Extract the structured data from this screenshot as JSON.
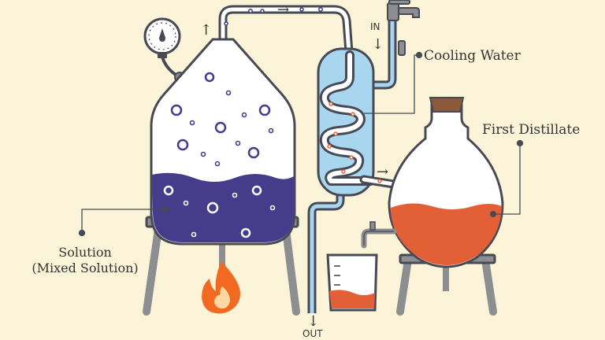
{
  "labels": {
    "cooling_water": "Cooling Water",
    "first_distillate": "First Distillate",
    "solution_line1": "Solution",
    "solution_line2": "(Mixed Solution)",
    "water_in": "IN",
    "water_out": "OUT"
  },
  "arrows": {
    "up": "↑",
    "right": "→",
    "down": "↓"
  },
  "colors": {
    "background": "#fcf4d9",
    "outline": "#474a55",
    "solution": "#463c8b",
    "condenser_water": "#a9d6ef",
    "distillate": "#e35f35",
    "flame_outer": "#f26a22",
    "flame_inner": "#fcd9a0",
    "stand": "#8d8e91",
    "glass": "#ffffff",
    "cork": "#8a5a3b"
  },
  "icons": {
    "gauge": "pressure-gauge-icon",
    "flame": "flame-icon",
    "tap": "water-tap-icon"
  }
}
